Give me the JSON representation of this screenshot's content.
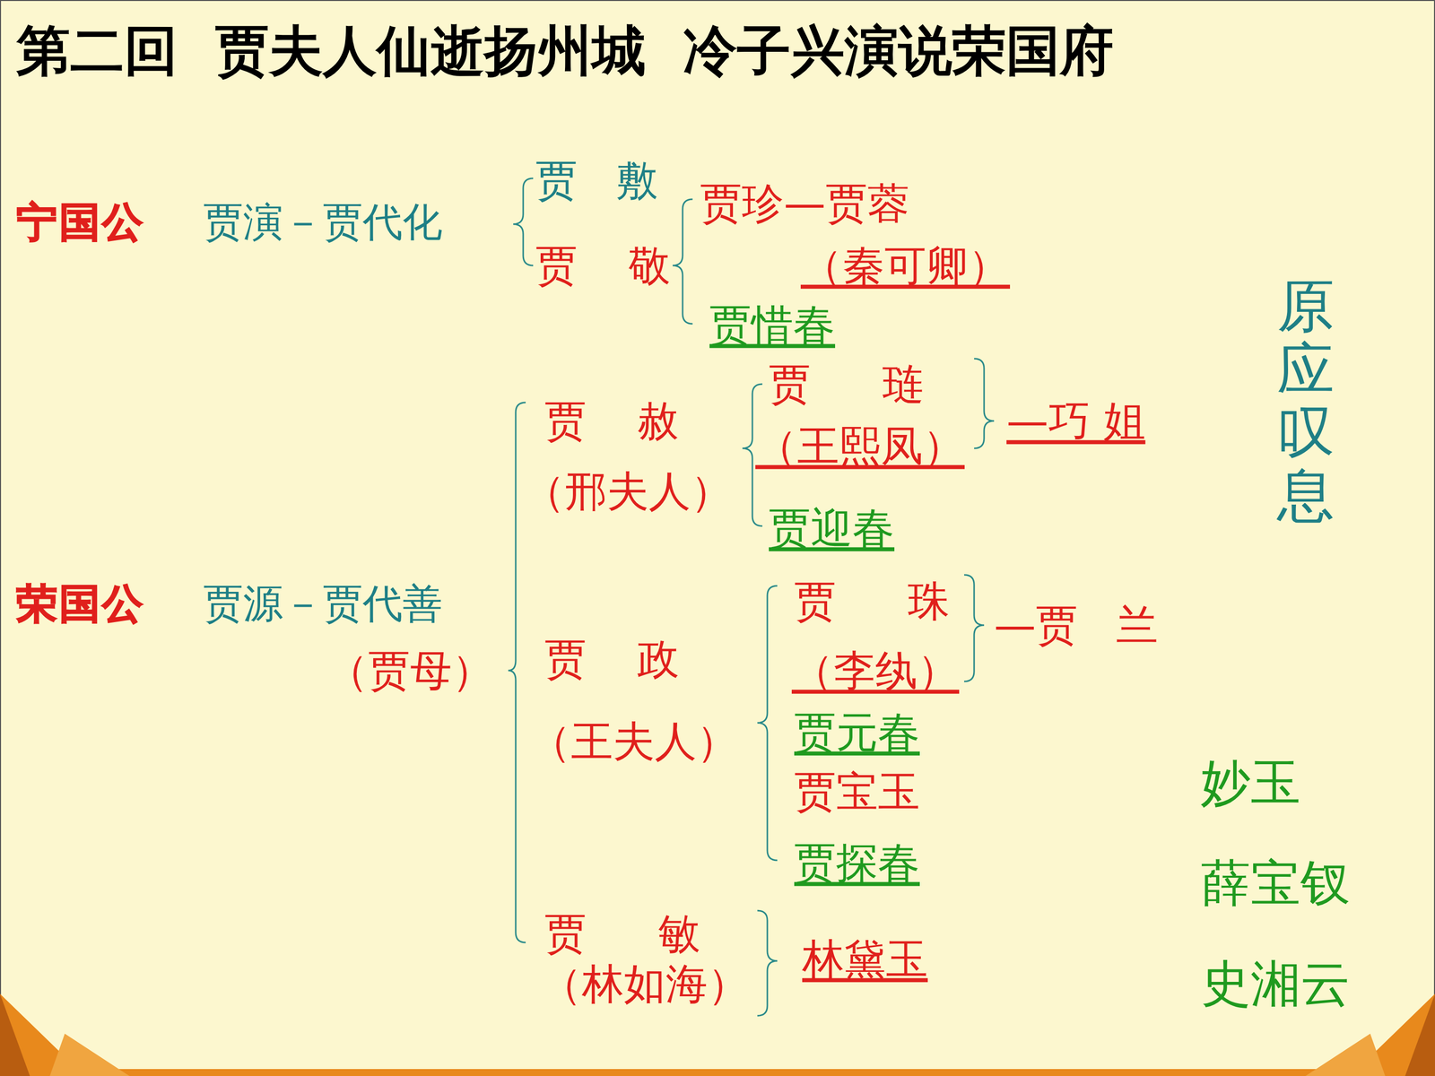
{
  "diagram": {
    "title": "第二回  贾夫人仙逝扬州城  冷子兴演说荣国府",
    "labels": [
      "宁国公",
      "贾演－贾代化",
      "贾 敷",
      "贾 敬",
      "贾珍—贾蓉",
      "（秦可卿）",
      "贾惜春",
      "原应叹息",
      "贾 琏",
      "贾 赦",
      "（王熙凤）",
      "—巧 姐",
      "（邢夫人）",
      "贾迎春",
      "贾 珠",
      "荣国公",
      "贾源－贾代善",
      "—贾 兰",
      "贾 政",
      "（贾母）",
      "（李纨）",
      "（王夫人）",
      "贾元春",
      "贾宝玉",
      "妙玉",
      "贾探春",
      "薛宝钗",
      "贾 敏",
      "林黛玉",
      "（林如海）",
      "史湘云"
    ]
  }
}
